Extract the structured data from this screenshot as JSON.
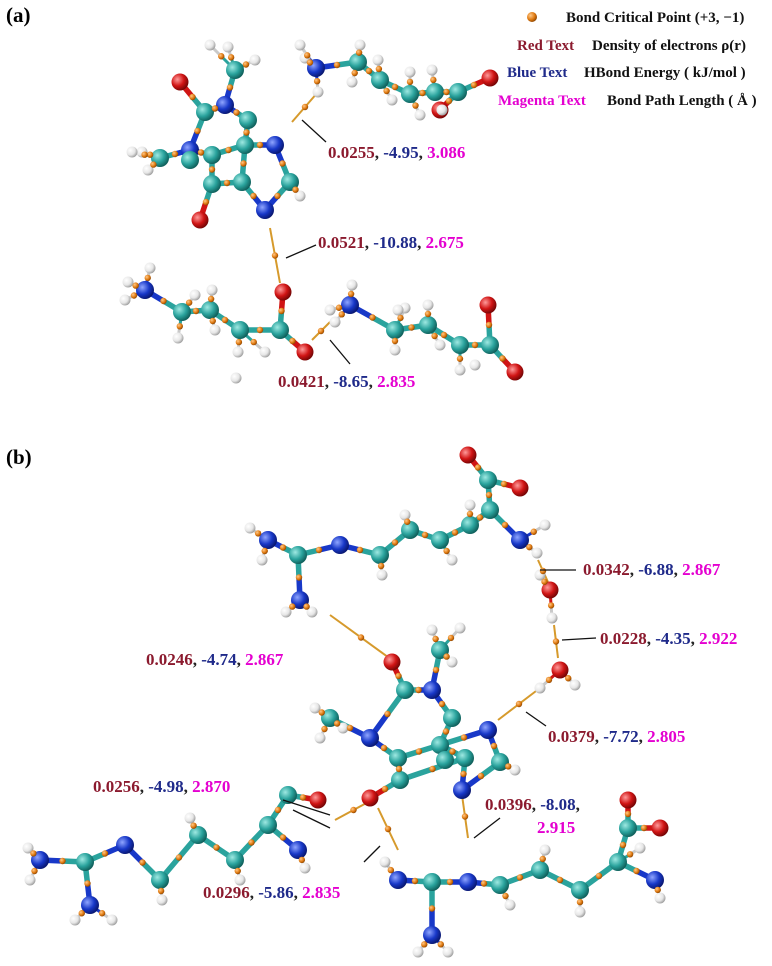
{
  "panels": [
    {
      "label": "(a)"
    },
    {
      "label": "(b)"
    }
  ],
  "legend": [
    {
      "key": "",
      "desc": "Bond Critical Point (+3, −1)",
      "marker": "bcp-dot"
    },
    {
      "key": "Red Text",
      "desc": "Density of electrons ρ(r)",
      "color": "#8b1a2e"
    },
    {
      "key": "Blue Text",
      "desc": "HBond Energy ( kJ/mol )",
      "color": "#1f2a8a"
    },
    {
      "key": "Magenta Text",
      "desc": "Bond Path Length ( Å )",
      "color": "#e400d0"
    }
  ],
  "annotations": {
    "a": [
      {
        "density": "0.0255",
        "energy": "-4.95",
        "length": "3.086"
      },
      {
        "density": "0.0521",
        "energy": "-10.88",
        "length": "2.675"
      },
      {
        "density": "0.0421",
        "energy": "-8.65",
        "length": "2.835"
      }
    ],
    "b": [
      {
        "density": "0.0342",
        "energy": "-6.88",
        "length": "2.867"
      },
      {
        "density": "0.0228",
        "energy": "-4.35",
        "length": "2.922"
      },
      {
        "density": "0.0246",
        "energy": "-4.74",
        "length": "2.867"
      },
      {
        "density": "0.0379",
        "energy": "-7.72",
        "length": "2.805"
      },
      {
        "density": "0.0256",
        "energy": "-4.98",
        "length": "2.870"
      },
      {
        "density": "0.0396",
        "energy": "-8.08",
        "length": "2.915"
      },
      {
        "density": "0.0296",
        "energy": "-5.86",
        "length": "2.835"
      }
    ]
  },
  "colors": {
    "carbon": "#2aa39d",
    "nitrogen": "#1838c8",
    "oxygen": "#d01414",
    "hydrogen": "#e6e6e6",
    "bcp": "#e07a10"
  }
}
